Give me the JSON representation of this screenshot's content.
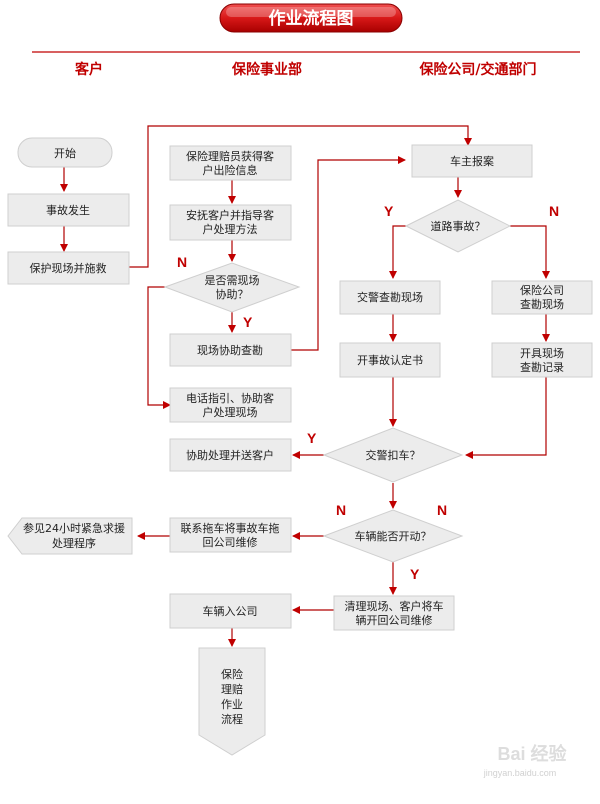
{
  "title": "作业流程图",
  "lanes": {
    "customer": "客户",
    "business": "保险事业部",
    "company": "保险公司/交通部门"
  },
  "nodes": {
    "start": "开始",
    "accident": "事故发生",
    "protect": "保护现场并施救",
    "agent_info_1": "保险理赔员获得客",
    "agent_info_2": "户出险信息",
    "comfort_1": "安抚客户并指导客",
    "comfort_2": "户处理方法",
    "need_help_1": "是否需现场",
    "need_help_2": "协助？",
    "onsite": "现场协助查勘",
    "phone_1": "电话指引、协助客",
    "phone_2": "户处理现场",
    "report": "车主报案",
    "road_1": "道路事故？",
    "police_survey": "交警查勘现场",
    "ins_survey_1": "保险公司",
    "ins_survey_2": "查勘现场",
    "accident_cert": "开事故认定书",
    "survey_record_1": "开具现场",
    "survey_record_2": "查勘记录",
    "impound": "交警扣车？",
    "assist_return": "协助处理并送客户",
    "can_start": "车辆能否开动？",
    "tow_1": "联系拖车将事故车拖",
    "tow_2": "回公司维修",
    "rescue_1": "参见24小时紧急求援",
    "rescue_2": "处理程序",
    "clean_1": "清理现场、客户将车",
    "clean_2": "辆开回公司维修",
    "enter": "车辆入公司",
    "next_1": "保险",
    "next_2": "理赔",
    "next_3": "作业",
    "next_4": "流程"
  },
  "labels": {
    "yes": "Y",
    "no": "N"
  },
  "watermark": {
    "brand": "Bai 经验",
    "url": "jingyan.baidu.com"
  },
  "colors": {
    "accent": "#c00000",
    "box": "#ececec",
    "line": "#b00000"
  }
}
